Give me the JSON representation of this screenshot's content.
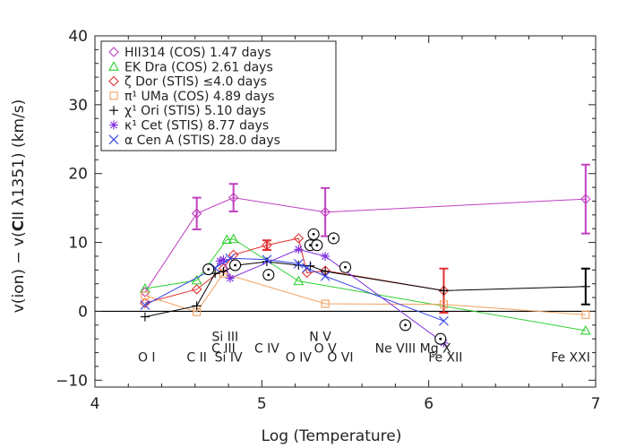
{
  "chart_data": {
    "type": "line",
    "xlabel": "Log (Temperature)",
    "ylabel_parts": [
      "v(ion) − v(",
      "C",
      "I",
      "I λ1351) (km/s)"
    ],
    "xlim": [
      4,
      7
    ],
    "ylim": [
      -11,
      40
    ],
    "xticks": [
      {
        "value": 4,
        "label": "4"
      },
      {
        "value": 5,
        "label": "5"
      },
      {
        "value": 6,
        "label": "6"
      },
      {
        "value": 7,
        "label": "7"
      }
    ],
    "yticks": [
      {
        "value": -10,
        "label": "−10"
      },
      {
        "value": 0,
        "label": "0"
      },
      {
        "value": 10,
        "label": "10"
      },
      {
        "value": 20,
        "label": "20"
      },
      {
        "value": 30,
        "label": "30"
      },
      {
        "value": 40,
        "label": "40"
      }
    ],
    "zero_line": 0,
    "series": [
      {
        "name": "HII314 (COS) 1.47 days",
        "color": "#c040c0",
        "marker": "diamond",
        "x": [
          4.3,
          4.61,
          4.83,
          5.38,
          6.94
        ],
        "y": [
          2.8,
          14.2,
          16.5,
          14.4,
          16.3
        ],
        "err": [
          null,
          2.3,
          2.0,
          3.5,
          5.0
        ]
      },
      {
        "name": "EK Dra (COS) 2.61 days",
        "color": "#30d030",
        "marker": "triangle",
        "x": [
          4.3,
          4.61,
          4.79,
          4.83,
          5.22,
          6.94
        ],
        "y": [
          3.3,
          4.5,
          10.4,
          10.5,
          4.4,
          -2.8
        ],
        "err": []
      },
      {
        "name": "ζ Dor (STIS) ≤4.0 days",
        "color": "#e03030",
        "marker": "diamond",
        "x": [
          4.3,
          4.61,
          4.77,
          4.83,
          5.03,
          5.22,
          5.27,
          5.38,
          6.09
        ],
        "y": [
          1.2,
          3.2,
          6.2,
          8.2,
          9.6,
          10.6,
          5.6,
          5.9,
          3.0
        ],
        "err": [
          null,
          null,
          null,
          null,
          0.7,
          null,
          null,
          null,
          3.2
        ]
      },
      {
        "name": "π¹ UMa (COS) 4.89 days",
        "color": "#f0a060",
        "marker": "square",
        "x": [
          4.3,
          4.61,
          4.77,
          5.38,
          6.09,
          6.94
        ],
        "y": [
          2.3,
          -0.1,
          5.5,
          1.1,
          1.0,
          -0.5
        ],
        "err": []
      },
      {
        "name": "χ¹ Ori (STIS) 5.10 days",
        "color": "#000000",
        "marker": "plus",
        "x": [
          4.3,
          4.61,
          4.72,
          4.77,
          4.85,
          5.03,
          5.22,
          5.29,
          5.38,
          6.09,
          6.94
        ],
        "y": [
          -0.8,
          0.8,
          5.5,
          5.8,
          6.7,
          7.2,
          6.7,
          6.6,
          5.8,
          3.0,
          3.6
        ],
        "err": [
          null,
          null,
          null,
          null,
          null,
          null,
          null,
          null,
          null,
          null,
          2.6
        ]
      },
      {
        "name": "κ¹ Cet (STIS) 8.77 days",
        "color": "#8030e0",
        "marker": "asterisk",
        "x": [
          4.75,
          4.77,
          4.81,
          5.22,
          5.38,
          6.09
        ],
        "y": [
          7.3,
          7.5,
          4.8,
          9.0,
          8.0,
          -4.6
        ],
        "err": []
      },
      {
        "name": "α Cen A (STIS) 28.0 days",
        "color": "#3040e0",
        "marker": "cross",
        "x": [
          4.3,
          4.72,
          4.81,
          5.03,
          5.22,
          5.27,
          5.38,
          6.09
        ],
        "y": [
          0.9,
          6.3,
          7.7,
          7.5,
          6.9,
          6.3,
          5.1,
          -1.4
        ],
        "err": []
      }
    ],
    "sun_points": {
      "color": "#000000",
      "marker": "sun",
      "x": [
        4.68,
        4.84,
        5.04,
        5.29,
        5.31,
        5.33,
        5.43,
        5.5,
        5.86,
        6.07
      ],
      "y": [
        6.1,
        6.7,
        5.3,
        9.6,
        11.2,
        9.6,
        10.6,
        6.4,
        -2.0,
        -4.0
      ]
    },
    "ion_labels": [
      {
        "text": "O I",
        "x": 4.31,
        "y": -7.3
      },
      {
        "text": "C II",
        "x": 4.61,
        "y": -7.3
      },
      {
        "text": "Si III",
        "x": 4.78,
        "y": -4.3
      },
      {
        "text": "C III",
        "x": 4.77,
        "y": -6.0
      },
      {
        "text": "Si IV",
        "x": 4.8,
        "y": -7.3
      },
      {
        "text": "C IV",
        "x": 5.03,
        "y": -6.0
      },
      {
        "text": "N V",
        "x": 5.35,
        "y": -4.3
      },
      {
        "text": "O V",
        "x": 5.38,
        "y": -6.0
      },
      {
        "text": "O IV",
        "x": 5.22,
        "y": -7.3
      },
      {
        "text": "O VI",
        "x": 5.47,
        "y": -7.3
      },
      {
        "text": "Ne VIII",
        "x": 5.8,
        "y": -6.0
      },
      {
        "text": "Mg X",
        "x": 6.04,
        "y": -6.0
      },
      {
        "text": "Fe XII",
        "x": 6.1,
        "y": -7.3
      },
      {
        "text": "Fe XXI",
        "x": 6.85,
        "y": -7.3
      }
    ],
    "legend": {
      "position": "top-left"
    }
  }
}
